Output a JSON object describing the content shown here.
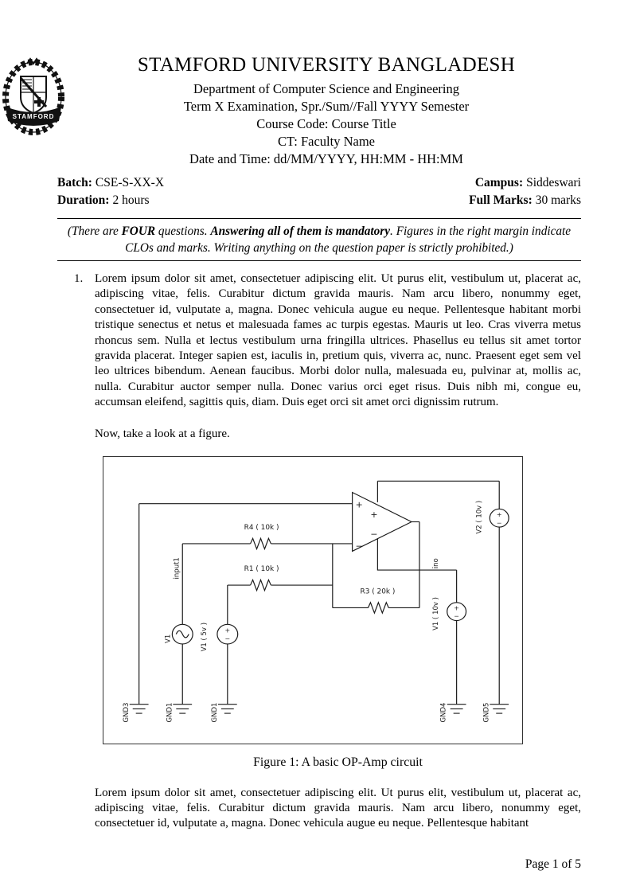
{
  "header": {
    "logo_text": "STAMFORD",
    "university": "STAMFORD UNIVERSITY BANGLADESH",
    "department": "Department of Computer Science and Engineering",
    "term": "Term X Examination, Spr./Sum//Fall YYYY Semester",
    "course": "Course Code: Course Title",
    "ct": "CT: Faculty Name",
    "datetime": "Date and Time: dd/MM/YYYY, HH:MM - HH:MM"
  },
  "meta": {
    "batch_label": "Batch:",
    "batch_value": "CSE-S-XX-X",
    "duration_label": "Duration:",
    "duration_value": "2 hours",
    "campus_label": "Campus:",
    "campus_value": "Siddeswari",
    "full_marks_label": "Full Marks:",
    "full_marks_value": "30 marks"
  },
  "instructions": {
    "pre": "(There are ",
    "four": "FOUR",
    "mid": " questions. ",
    "mandatory": "Answering all of them is mandatory",
    "post": ". Figures in the right margin indicate CLOs and marks. Writing anything on the question paper is strictly prohibited.)"
  },
  "question": {
    "number": "1.",
    "body": "Lorem ipsum dolor sit amet, consectetuer adipiscing elit. Ut purus elit, vestibulum ut, placerat ac, adipiscing vitae, felis. Curabitur dictum gravida mauris. Nam arcu libero, nonummy eget, consectetuer id, vulputate a, magna. Donec vehicula augue eu neque. Pellentesque habitant morbi tristique senectus et netus et malesuada fames ac turpis egestas. Mauris ut leo. Cras viverra metus rhoncus sem. Nulla et lectus vestibulum urna fringilla ultrices. Phasellus eu tellus sit amet tortor gravida placerat. Integer sapien est, iaculis in, pretium quis, viverra ac, nunc. Praesent eget sem vel leo ultrices bibendum. Aenean faucibus. Morbi dolor nulla, malesuada eu, pulvinar at, mollis ac, nulla. Curabitur auctor semper nulla. Donec varius orci eget risus. Duis nibh mi, congue eu, accumsan eleifend, sagittis quis, diam. Duis eget orci sit amet orci dignissim rutrum.",
    "figure_intro": "Now, take a look at a figure."
  },
  "figure": {
    "caption": "Figure 1: A basic OP-Amp circuit",
    "labels": {
      "r4": "R4 ( 10k )",
      "r1": "R1 ( 10k )",
      "r3": "R3 ( 20k )",
      "v1": "V1",
      "v1_5v": "V1 ( 5v )",
      "v2_10v": "V2 ( 10v )",
      "v1_10v": "V1 ( 10v )",
      "input1": "input1",
      "ino": "ino",
      "gnd3": "GND3",
      "gnd1a": "GND1",
      "gnd1b": "GND1",
      "gnd4": "GND4",
      "gnd5": "GND5",
      "plus": "+",
      "minus": "−"
    }
  },
  "closing": {
    "body": "Lorem ipsum dolor sit amet, consectetuer adipiscing elit. Ut purus elit, vestibulum ut, placerat ac, adipiscing vitae, felis. Curabitur dictum gravida mauris. Nam arcu libero, nonummy eget, consectetuer id, vulputate a, magna. Donec vehicula augue eu neque. Pellentesque habitant"
  },
  "footer": {
    "page": "Page 1 of 5"
  }
}
